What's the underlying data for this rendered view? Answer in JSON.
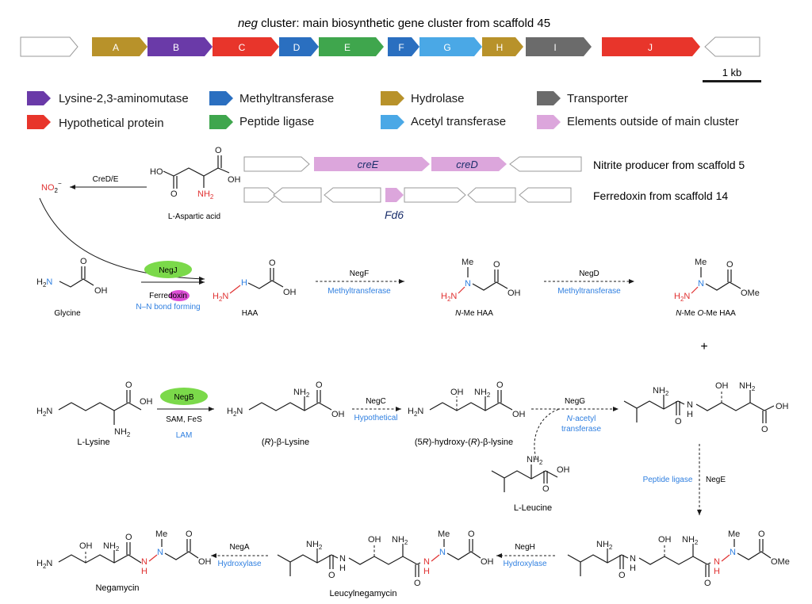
{
  "title": {
    "italic": "neg",
    "rest": " cluster: main biosynthetic gene cluster from scaffold 45"
  },
  "colors": {
    "lam": "#6a3aa8",
    "hypothetical": "#e8352b",
    "methyltransferase": "#2a6fc0",
    "ligase": "#3fa64d",
    "hydrolase": "#b8922a",
    "acetyl": "#4aa8e6",
    "transporter": "#6b6b6b",
    "outside": "#dca6dc",
    "outline": "#9a9a9a",
    "blue_text": "#2f7fe0",
    "red_atom": "#e03131"
  },
  "genes": [
    "A",
    "B",
    "C",
    "D",
    "E",
    "F",
    "G",
    "H",
    "I",
    "J"
  ],
  "scale_bar": "1 kb",
  "legend": [
    {
      "label": "Lysine-2,3-aminomutase",
      "color": "#6a3aa8"
    },
    {
      "label": "Methyltransferase",
      "color": "#2a6fc0"
    },
    {
      "label": "Hydrolase",
      "color": "#b8922a"
    },
    {
      "label": "Transporter",
      "color": "#6b6b6b"
    },
    {
      "label": "Hypothetical protein",
      "color": "#e8352b"
    },
    {
      "label": "Peptide ligase",
      "color": "#3fa64d"
    },
    {
      "label": "Acetyl transferase",
      "color": "#4aa8e6"
    },
    {
      "label": "Elements outside of main cluster",
      "color": "#dca6dc"
    }
  ],
  "scaffolds": {
    "cre": {
      "creE": "creE",
      "creD": "creD",
      "label": "Nitrite producer from scaffold 5"
    },
    "fd": {
      "gene": "Fd6",
      "label": "Ferredoxin from scaffold 14"
    }
  },
  "compounds": {
    "aspartic": "L-Aspartic acid",
    "glycine": "Glycine",
    "haa": "HAA",
    "nme_haa_i": "N",
    "nme_haa": "-Me HAA",
    "nme_ome_i1": "N",
    "nme_ome_mid": "-Me ",
    "nme_ome_i2": "O",
    "nme_ome_end": "-Me HAA",
    "lysine": "L-Lysine",
    "blysine_pre": "(",
    "blysine_i": "R",
    "blysine_post": ")-β-Lysine",
    "hydroxylysine_pre": "(5",
    "hydroxylysine_i1": "R",
    "hydroxylysine_mid": ")-hydroxy-(",
    "hydroxylysine_i2": "R",
    "hydroxylysine_post": ")-β-lysine",
    "leucine": "L-Leucine",
    "negamycin": "Negamycin",
    "leucylnegamycin": "Leucylnegamycin"
  },
  "reactions": {
    "cred": "CreD/E",
    "negj": "NegJ",
    "ferredoxin": "Ferredoxin",
    "nn": "N–N bond forming",
    "negf": "NegF",
    "negf_role": "Methyltransferase",
    "negd": "NegD",
    "negd_role": "Methyltransferase",
    "plus": "+",
    "negb": "NegB",
    "sam": "SAM, FeS",
    "lam": "LAM",
    "negc": "NegC",
    "negc_role": "Hypothetical",
    "negg": "NegG",
    "negg_role1": "N",
    "negg_role2": "-acetyl",
    "negg_role3": "transferase",
    "nege": "NegE",
    "nege_role": "Peptide ligase",
    "negh": "NegH",
    "negh_role": "Hydroxylase",
    "nega": "NegA",
    "nega_role": "Hydroxylase"
  },
  "atoms": {
    "ho": "HO",
    "oh": "OH",
    "o": "O",
    "nh2": "NH",
    "sub2": "2",
    "h2n": "H",
    "n": "N",
    "nh": "NH",
    "h": "H",
    "no2": "NO",
    "no2_sub": "2",
    "no2_sup": "−",
    "me": "Me",
    "ome": "OMe"
  }
}
